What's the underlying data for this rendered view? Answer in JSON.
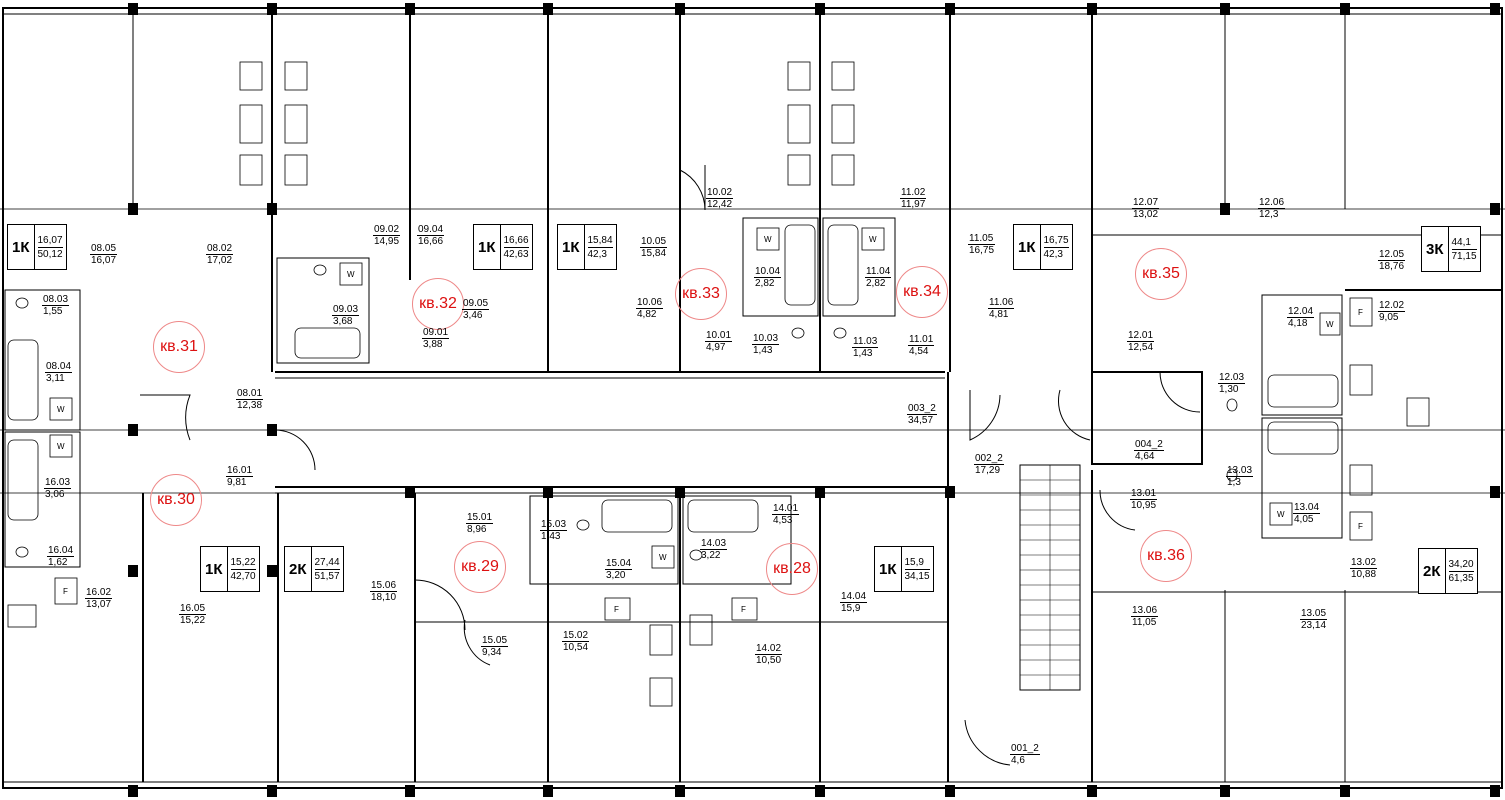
{
  "apartments": [
    {
      "id": "kv31",
      "label": "кв.31"
    },
    {
      "id": "kv30",
      "label": "кв.30"
    },
    {
      "id": "kv32",
      "label": "кв.32"
    },
    {
      "id": "kv33",
      "label": "кв.33"
    },
    {
      "id": "kv34",
      "label": "кв.34"
    },
    {
      "id": "kv35",
      "label": "кв.35"
    },
    {
      "id": "kv36",
      "label": "кв.36"
    },
    {
      "id": "kv29",
      "label": "кв.29"
    },
    {
      "id": "kv28",
      "label": "кв.28"
    }
  ],
  "summaries": [
    {
      "type": "1К",
      "living": "16,07",
      "total": "50,12"
    },
    {
      "type": "1К",
      "living": "16,66",
      "total": "42,63"
    },
    {
      "type": "1К",
      "living": "15,84",
      "total": "42,3"
    },
    {
      "type": "1К",
      "living": "16,75",
      "total": "42,3"
    },
    {
      "type": "3К",
      "living": "44,1",
      "total": "71,15"
    },
    {
      "type": "1К",
      "living": "15,22",
      "total": "42,70"
    },
    {
      "type": "2К",
      "living": "27,44",
      "total": "51,57"
    },
    {
      "type": "1К",
      "living": "15,9",
      "total": "34,15"
    },
    {
      "type": "2К",
      "living": "34,20",
      "total": "61,35"
    }
  ],
  "rooms": [
    {
      "code": "08.05",
      "area": "16,07"
    },
    {
      "code": "08.02",
      "area": "17,02"
    },
    {
      "code": "09.02",
      "area": "14,95"
    },
    {
      "code": "09.04",
      "area": "16,66"
    },
    {
      "code": "10.05",
      "area": "15,84"
    },
    {
      "code": "10.02",
      "area": "12,42"
    },
    {
      "code": "11.02",
      "area": "11,97"
    },
    {
      "code": "11.05",
      "area": "16,75"
    },
    {
      "code": "12.07",
      "area": "13,02"
    },
    {
      "code": "12.06",
      "area": "12,3"
    },
    {
      "code": "12.05",
      "area": "18,76"
    },
    {
      "code": "08.03",
      "area": "1,55"
    },
    {
      "code": "08.04",
      "area": "3,11"
    },
    {
      "code": "09.03",
      "area": "3,68"
    },
    {
      "code": "09.05",
      "area": "3,46"
    },
    {
      "code": "09.01",
      "area": "3,88"
    },
    {
      "code": "10.06",
      "area": "4,82"
    },
    {
      "code": "10.04",
      "area": "2,82"
    },
    {
      "code": "10.01",
      "area": "4,97"
    },
    {
      "code": "10.03",
      "area": "1,43"
    },
    {
      "code": "11.04",
      "area": "2,82"
    },
    {
      "code": "11.03",
      "area": "1,43"
    },
    {
      "code": "11.01",
      "area": "4,54"
    },
    {
      "code": "11.06",
      "area": "4,81"
    },
    {
      "code": "12.04",
      "area": "4,18"
    },
    {
      "code": "12.02",
      "area": "9,05"
    },
    {
      "code": "12.01",
      "area": "12,54"
    },
    {
      "code": "12.03",
      "area": "1,30"
    },
    {
      "code": "08.01",
      "area": "12,38"
    },
    {
      "code": "003_2",
      "area": "34,57"
    },
    {
      "code": "004_2",
      "area": "4,64"
    },
    {
      "code": "002_2",
      "area": "17,29"
    },
    {
      "code": "16.01",
      "area": "9,81"
    },
    {
      "code": "16.03",
      "area": "3,06"
    },
    {
      "code": "16.04",
      "area": "1,62"
    },
    {
      "code": "16.02",
      "area": "13,07"
    },
    {
      "code": "16.05",
      "area": "15,22"
    },
    {
      "code": "15.06",
      "area": "18,10"
    },
    {
      "code": "15.01",
      "area": "8,96"
    },
    {
      "code": "15.03",
      "area": "1,43"
    },
    {
      "code": "15.04",
      "area": "3,20"
    },
    {
      "code": "14.03",
      "area": "3,22"
    },
    {
      "code": "14.01",
      "area": "4,53"
    },
    {
      "code": "15.05",
      "area": "9,34"
    },
    {
      "code": "15.02",
      "area": "10,54"
    },
    {
      "code": "14.02",
      "area": "10,50"
    },
    {
      "code": "14.04",
      "area": "15,9"
    },
    {
      "code": "13.03",
      "area": "1,3"
    },
    {
      "code": "13.01",
      "area": "10,95"
    },
    {
      "code": "13.04",
      "area": "4,05"
    },
    {
      "code": "13.02",
      "area": "10,88"
    },
    {
      "code": "13.06",
      "area": "11,05"
    },
    {
      "code": "13.05",
      "area": "23,14"
    },
    {
      "code": "001_2",
      "area": "4,6"
    }
  ],
  "fixtures": {
    "washer": "W",
    "fridge": "F"
  }
}
